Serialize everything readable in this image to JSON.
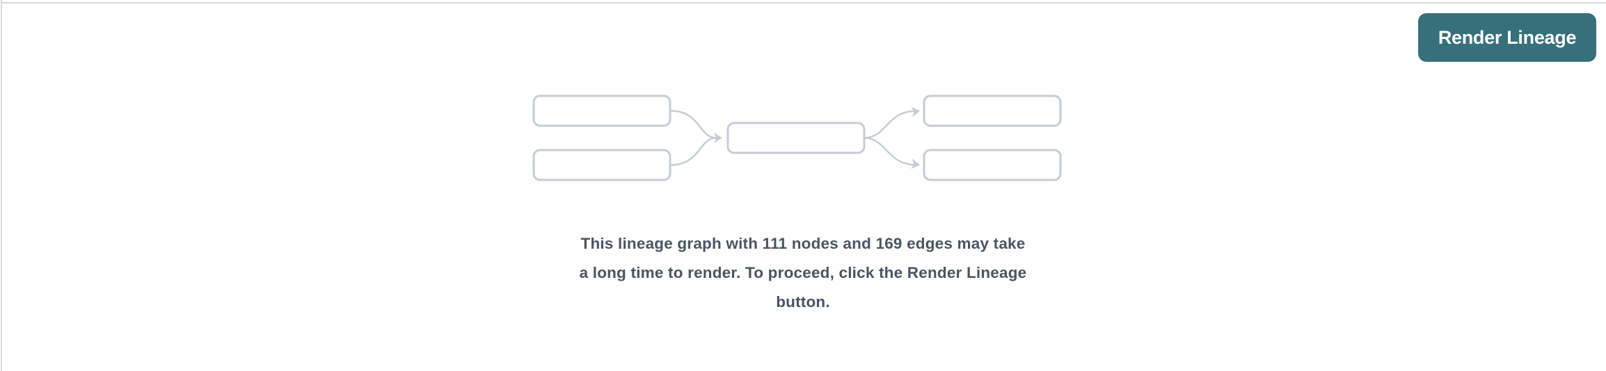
{
  "header": {
    "render_button": {
      "label": "Render Lineage"
    }
  },
  "placeholder": {
    "message_lines": [
      "This lineage graph with 111 nodes and 169 edges may take",
      "a long time to render. To proceed, click the Render Lineage",
      "button."
    ],
    "nodes_count": "111",
    "edges_count": "169"
  },
  "icons": {
    "lineage_graph": "lineage-graph-placeholder-icon"
  },
  "colors": {
    "button_bg": "#37707A",
    "button_text": "#FFFFFF",
    "message_text": "#4A5464",
    "diagram_stroke": "#C6CBD5",
    "node_fill": "#FFFFFF",
    "panel_border": "#D6D6DA",
    "panel_bg": "#FFFFFF"
  }
}
